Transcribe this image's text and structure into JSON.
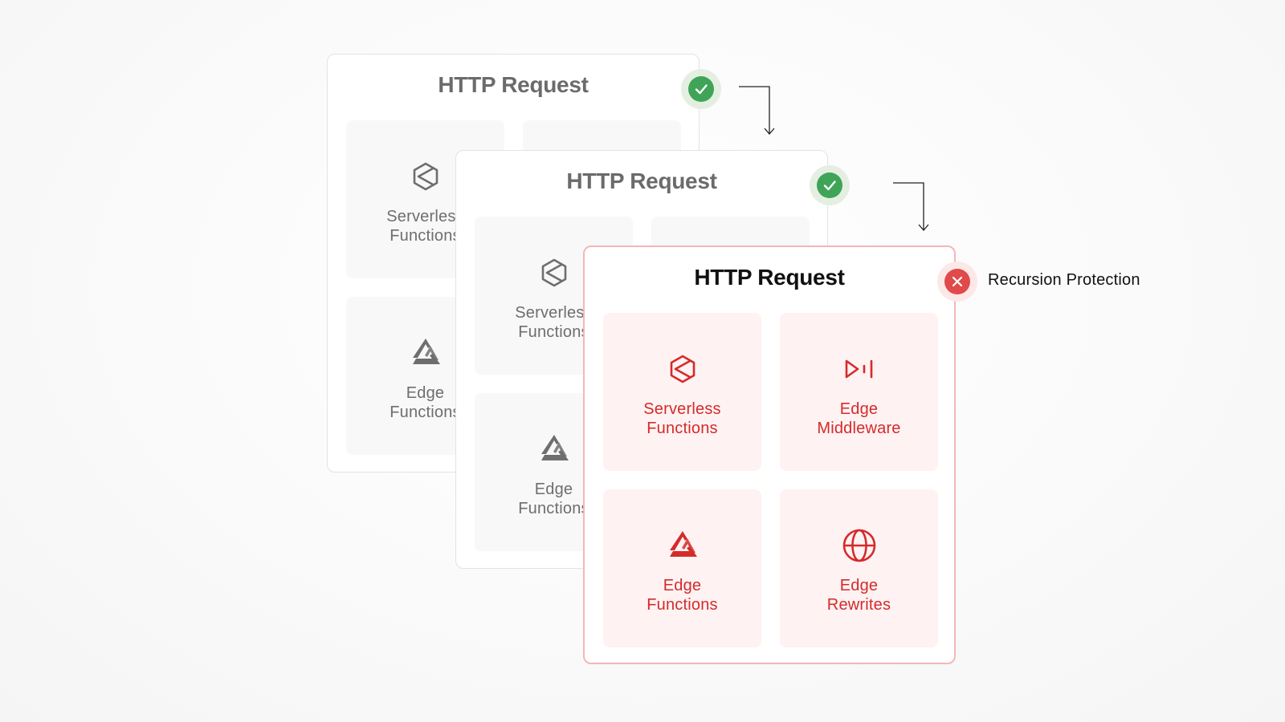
{
  "cards": [
    {
      "title": "HTTP Request",
      "status": "ok",
      "tiles": [
        {
          "icon": "serverless-icon",
          "line1": "Serverless",
          "line2": "Functions"
        },
        {
          "icon": "",
          "line1": "",
          "line2": ""
        },
        {
          "icon": "edge-functions-icon",
          "line1": "Edge",
          "line2": "Functions"
        },
        {
          "icon": "",
          "line1": "",
          "line2": ""
        }
      ]
    },
    {
      "title": "HTTP Request",
      "status": "ok",
      "tiles": [
        {
          "icon": "serverless-icon",
          "line1": "Serverless",
          "line2": "Functions"
        },
        {
          "icon": "",
          "line1": "",
          "line2": ""
        },
        {
          "icon": "edge-functions-icon",
          "line1": "Edge",
          "line2": "Functions"
        },
        {
          "icon": "",
          "line1": "",
          "line2": ""
        }
      ]
    },
    {
      "title": "HTTP Request",
      "status": "fail",
      "tiles": [
        {
          "icon": "serverless-icon",
          "line1": "Serverless",
          "line2": "Functions"
        },
        {
          "icon": "edge-middleware-icon",
          "line1": "Edge",
          "line2": "Middleware"
        },
        {
          "icon": "edge-functions-icon",
          "line1": "Edge",
          "line2": "Functions"
        },
        {
          "icon": "globe-icon",
          "line1": "Edge",
          "line2": "Rewrites"
        }
      ]
    }
  ],
  "recursion_label": "Recursion Protection",
  "colors": {
    "success": "#3fa457",
    "error": "#e04a4a",
    "error_text": "#d42b2b",
    "error_tile_bg": "#fff2f2",
    "muted_text": "#6e6e6e"
  }
}
